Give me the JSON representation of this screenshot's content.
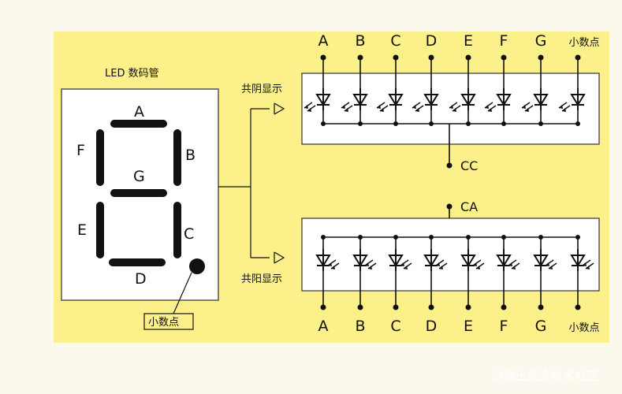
{
  "display_title": "LED 数码管",
  "segments": {
    "a": "A",
    "b": "B",
    "c": "C",
    "d": "D",
    "e": "E",
    "f": "F",
    "g": "G"
  },
  "decimal_point_label": "小数点",
  "common_cathode": {
    "mode_label": "共阴显示",
    "common_pin": "CC"
  },
  "common_anode": {
    "mode_label": "共阳显示",
    "common_pin": "CA"
  },
  "pins": [
    "A",
    "B",
    "C",
    "D",
    "E",
    "F",
    "G",
    "小数点"
  ],
  "watermark": "@稀土掘金技术社区",
  "colors": {
    "panel": "#fbf08a",
    "diagram": "#ffffff",
    "ink": "#111111",
    "background": "#fbf8ee"
  }
}
